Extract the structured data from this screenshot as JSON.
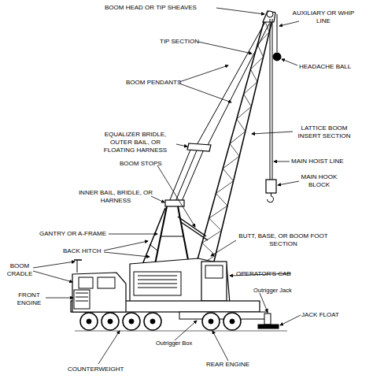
{
  "diagram": {
    "labels": [
      "BOOM HEAD OR TIP SHEAVES",
      "AUXILIARY OR WHIP LINE",
      "TIP SECTION",
      "HEADACHE BALL",
      "BOOM PENDANTS",
      "EQUALIZER BRIDLE, OUTER BAIL, OR FLOATING HARNESS",
      "LATTICE BOOM INSERT SECTION",
      "BOOM STOPS",
      "MAIN HOIST LINE",
      "MAIN HOOK BLOCK",
      "INNER BAIL, BRIDLE, OR HARNESS",
      "GANTRY OR A-FRAME",
      "BACK HITCH",
      "BUTT, BASE, OR BOOM FOOT SECTION",
      "BOOM CRADLE",
      "OPERATOR'S CAB",
      "FRONT ENGINE",
      "Outrigger Jack",
      "JACK FLOAT",
      "Outrigger Box",
      "COUNTERWEIGHT",
      "REAR ENGINE"
    ]
  }
}
